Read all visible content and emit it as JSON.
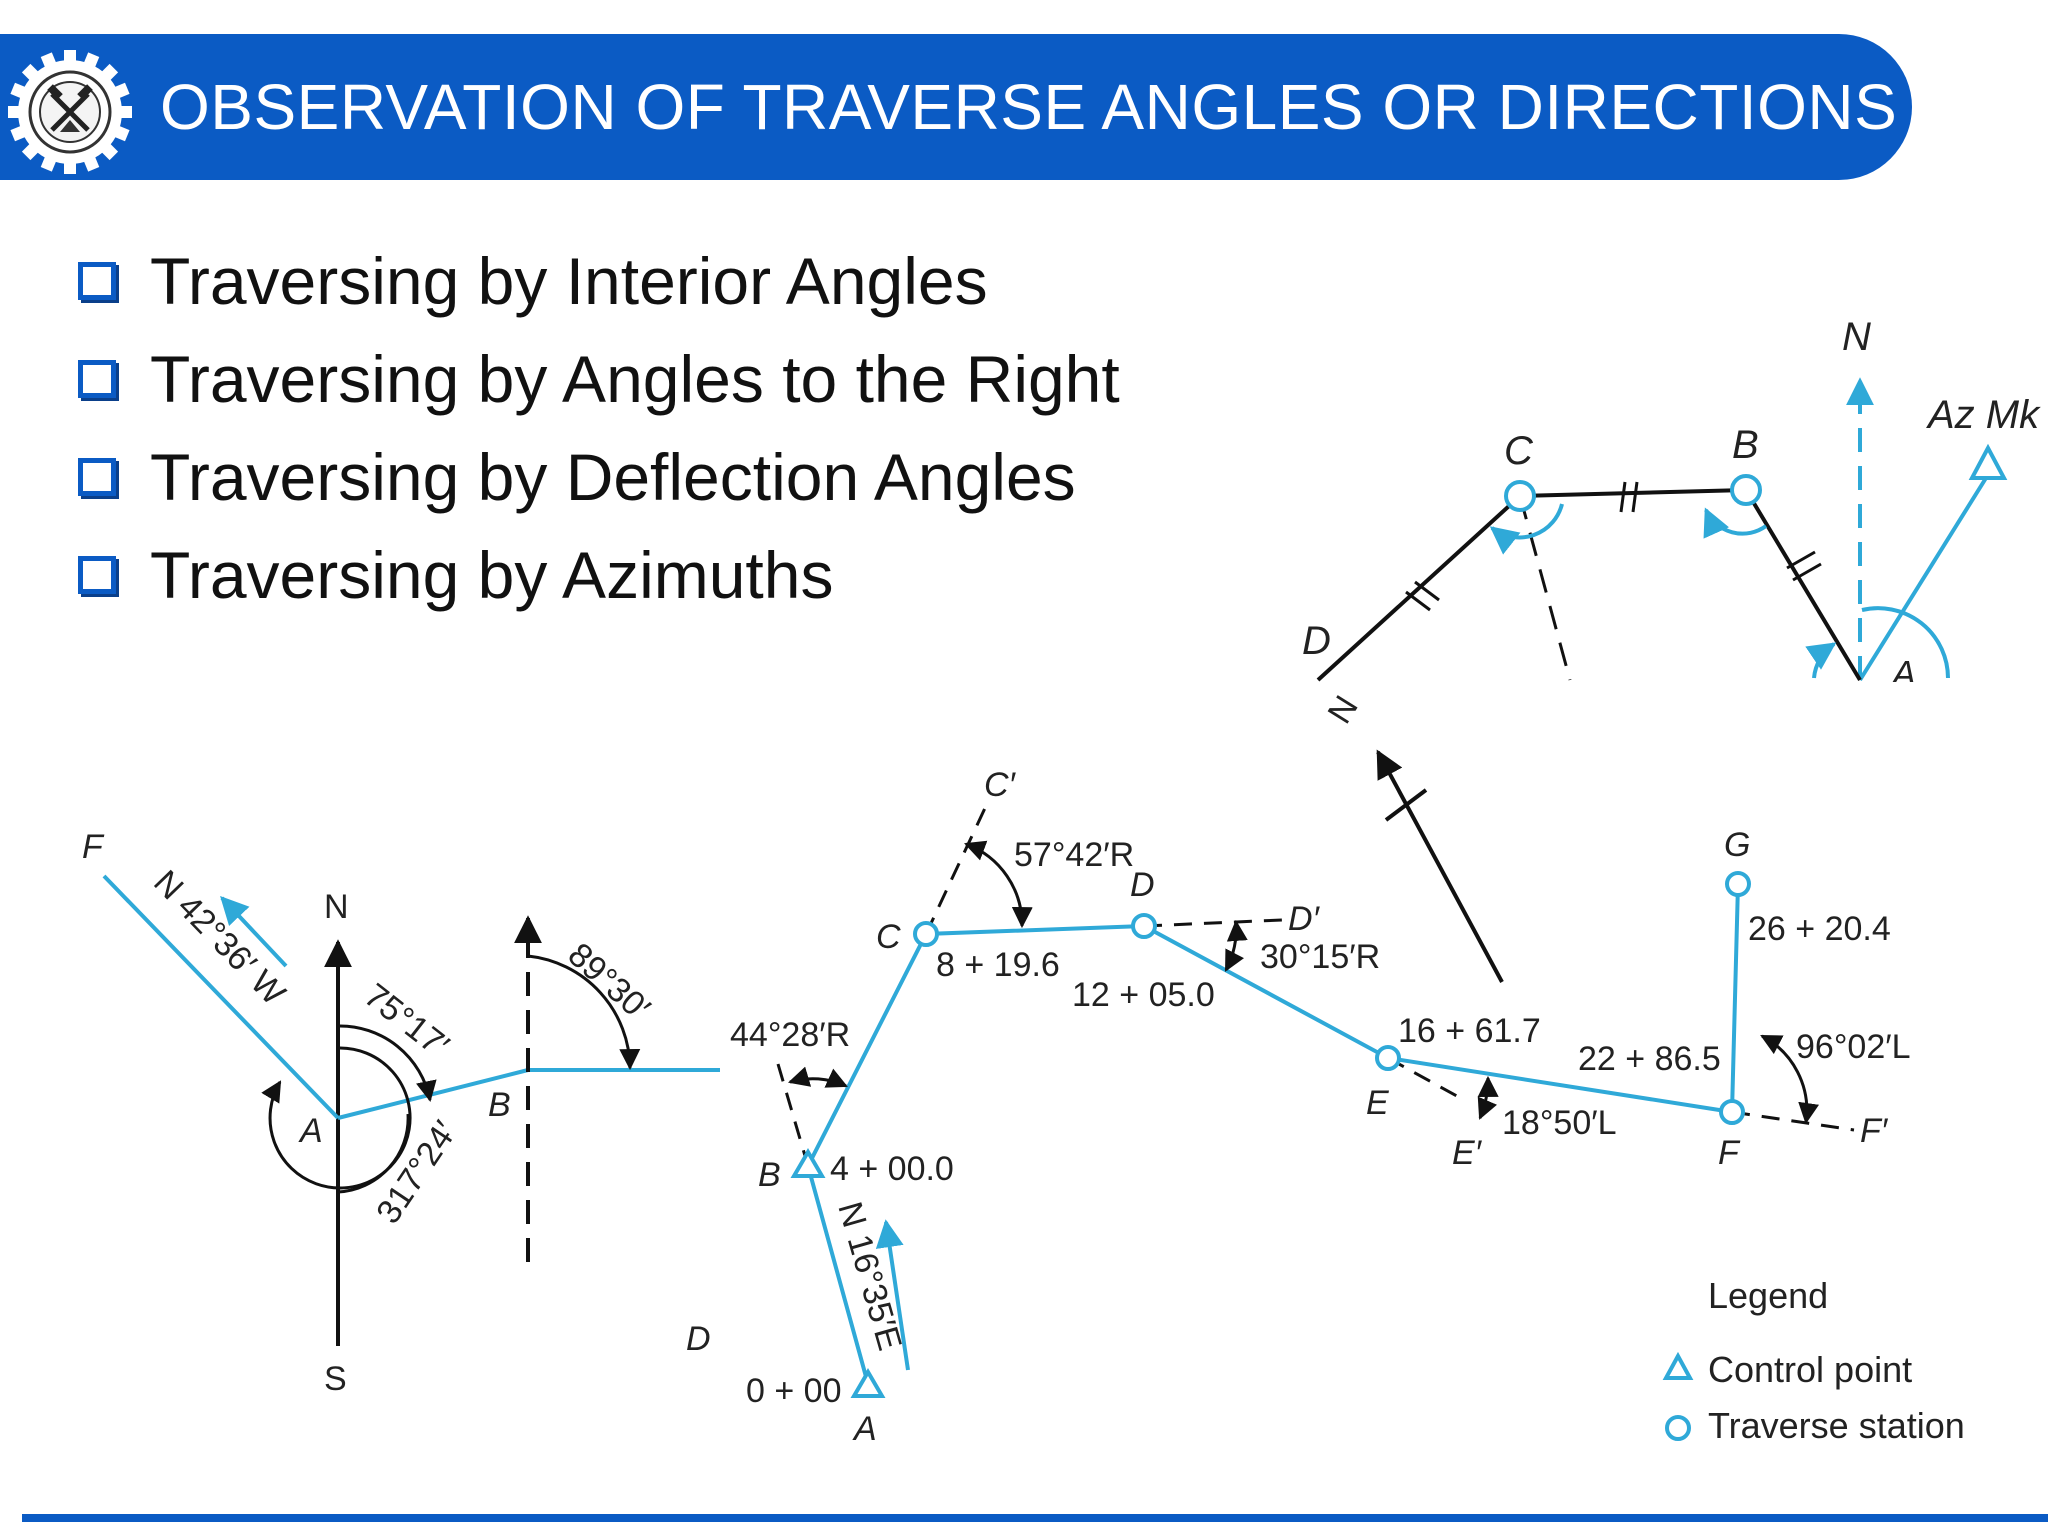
{
  "header": {
    "title": "OBSERVATION OF TRAVERSE ANGLES OR DIRECTIONS",
    "logo": "seal-logo"
  },
  "bullets": [
    "Traversing by Interior Angles",
    "Traversing by Angles to the Right",
    "Traversing by Deflection Angles",
    "Traversing by Azimuths"
  ],
  "colors": {
    "accent": "#0b5bc4",
    "traverse_line": "#2fa9d8",
    "ink": "#111111"
  },
  "fig_interior": {
    "north": "N",
    "az_mark": "Az Mk",
    "C": "C",
    "B": "B",
    "D": "D",
    "A": "A"
  },
  "fig_azimuth": {
    "F": "F",
    "A": "A",
    "B": "B",
    "N": "N",
    "S": "S",
    "bearing": "N 42°36′ W",
    "angle1": "75°17′",
    "angle2": "317°24′",
    "angle3": "89°30′"
  },
  "fig_deflection": {
    "D_label": "D",
    "north": "N",
    "C_prime": "C′",
    "D_prime": "D′",
    "E_prime": "E′",
    "F_prime": "F′",
    "C": "C",
    "D": "D",
    "E": "E",
    "F": "F",
    "G": "G",
    "B": "B",
    "A": "A",
    "angle_B": "44°28′R",
    "angle_C": "57°42′R",
    "angle_D": "30°15′R",
    "angle_E": "18°50′L",
    "angle_F": "96°02′L",
    "bearing_AB": "N 16°35′E",
    "st_A": "0 + 00",
    "st_B": "4 + 00.0",
    "st_C": "8 + 19.6",
    "st_D": "12 + 05.0",
    "st_E": "16 + 61.7",
    "st_F": "22 + 86.5",
    "st_G": "26 + 20.4",
    "legend_title": "Legend",
    "legend_control": "Control point",
    "legend_station": "Traverse station"
  }
}
